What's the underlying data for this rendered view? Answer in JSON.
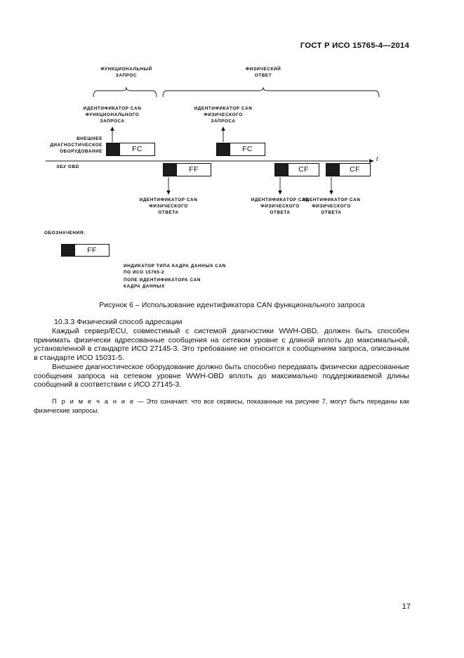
{
  "header": {
    "standard": "ГОСТ Р ИСО 15765-4—2014"
  },
  "figure": {
    "brace_functional_request": {
      "line1": "ФУНКЦИОНАЛЬНЫЙ",
      "line2": "ЗАПРОС"
    },
    "brace_physical_response": {
      "line1": "ФИЗИЧЕСКИЙ",
      "line2": "ОТВЕТ"
    },
    "label_can_functional_request": {
      "line1": "ИДЕНТИФИКАТОР CAN",
      "line2": "ФУНКЦИОНАЛЬНОГО",
      "line3": "ЗАПРОСА"
    },
    "label_can_physical_request": {
      "line1": "ИДЕНТИФИКАТОР CAN",
      "line2": "ФИЗИЧЕСКОГО",
      "line3": "ЗАПРОСА"
    },
    "label_can_physical_response_1": {
      "line1": "ИДЕНТИФИКАТОР CAN",
      "line2": "ФИЗИЧЕСКОГО",
      "line3": "ОТВЕТА"
    },
    "label_can_physical_response_2": {
      "line1": "ИДЕНТИФИКАТОР CAN",
      "line2": "ФИЗИЧЕСКОГО",
      "line3": "ОТВЕТА"
    },
    "label_can_physical_response_3": {
      "line1": "ИДЕНТИФИКАТОР CAN",
      "line2": "ФИЗИЧЕСКОГО",
      "line3": "ОТВЕТА"
    },
    "actor_tester": {
      "line1": "ВНЕШНЕЕ",
      "line2": "ДИАГНОСТИЧЕСКОЕ",
      "line3": "ОБОРУДОВАНИЕ"
    },
    "actor_ecu": "ЭБУ OBD",
    "time_axis_label": "t",
    "frames": [
      {
        "name": "FC"
      },
      {
        "name": "FC"
      },
      {
        "name": "FF"
      },
      {
        "name": "CF"
      },
      {
        "name": "CF"
      }
    ],
    "legend": {
      "title": "ОБОЗНАЧЕНИЯ:",
      "sample_frame": "FF",
      "note_type_indicator": {
        "line1": "ИНДИКАТОР ТИПА КАДРА ДАННЫХ CAN",
        "line2": "ПО ИСО 15765-2"
      },
      "note_id_field": {
        "line1": "ПОЛЕ ИДЕНТИФИКАТОРА CAN",
        "line2": "КАДРА ДАННЫХ"
      }
    },
    "caption": "Рисунок 6 – Использование идентификатора CAN функционального запроса"
  },
  "body": {
    "heading": "10.3.3 Физический способ адресации",
    "paragraph1": "Каждый сервер/ECU, совместимый с системой диагностики WWH-OBD, должен быть способен принимать физически адресованные сообщения на сетевом уровне с длиной вплоть до максимальной, установленной в стандарте ИСО 27145-3. Это требование не относится к сообщениям запроса, описанным в стандарте ИСО 15031-5.",
    "paragraph2": "Внешнее диагностическое оборудование должно быть способно передавать физически адресованные сообщения запроса на сетевом уровне WWH-OBD вплоть до максимально поддерживаемой длины сообщений в соответствии с ИСО 27145-3.",
    "note_label": "П р и м е ч а н и е",
    "note_text": " — Это означает. что все сервисы, показанные на рисунке 7, могут быть переданы как физические запросы."
  },
  "folio": {
    "page_number": "17"
  }
}
